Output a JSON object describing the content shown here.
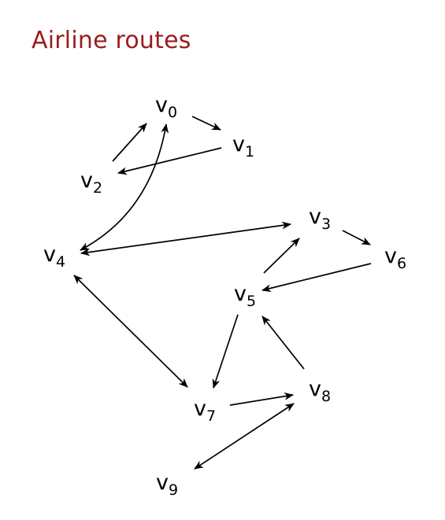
{
  "header": {
    "title": "Airline routes",
    "title_color": "#9b1c1c"
  },
  "graph": {
    "nodes": [
      {
        "id": "v0",
        "letter": "v",
        "sub": "0"
      },
      {
        "id": "v1",
        "letter": "v",
        "sub": "1"
      },
      {
        "id": "v2",
        "letter": "v",
        "sub": "2"
      },
      {
        "id": "v3",
        "letter": "v",
        "sub": "3"
      },
      {
        "id": "v4",
        "letter": "v",
        "sub": "4"
      },
      {
        "id": "v5",
        "letter": "v",
        "sub": "5"
      },
      {
        "id": "v6",
        "letter": "v",
        "sub": "6"
      },
      {
        "id": "v7",
        "letter": "v",
        "sub": "7"
      },
      {
        "id": "v8",
        "letter": "v",
        "sub": "8"
      },
      {
        "id": "v9",
        "letter": "v",
        "sub": "9"
      }
    ],
    "edges": [
      {
        "id": "v0-v1",
        "from": "v0",
        "to": "v1",
        "direction": "forward"
      },
      {
        "id": "v1-v2",
        "from": "v1",
        "to": "v2",
        "direction": "forward"
      },
      {
        "id": "v2-v0",
        "from": "v2",
        "to": "v0",
        "direction": "forward"
      },
      {
        "id": "v0-v4",
        "from": "v0",
        "to": "v4",
        "direction": "both",
        "shape": "curved"
      },
      {
        "id": "v4-v3",
        "from": "v4",
        "to": "v3",
        "direction": "both"
      },
      {
        "id": "v3-v6",
        "from": "v3",
        "to": "v6",
        "direction": "forward"
      },
      {
        "id": "v6-v5",
        "from": "v6",
        "to": "v5",
        "direction": "forward"
      },
      {
        "id": "v5-v3",
        "from": "v5",
        "to": "v3",
        "direction": "forward"
      },
      {
        "id": "v4-v7",
        "from": "v4",
        "to": "v7",
        "direction": "both"
      },
      {
        "id": "v5-v7",
        "from": "v5",
        "to": "v7",
        "direction": "forward"
      },
      {
        "id": "v7-v8",
        "from": "v7",
        "to": "v8",
        "direction": "forward"
      },
      {
        "id": "v8-v5",
        "from": "v8",
        "to": "v5",
        "direction": "forward"
      },
      {
        "id": "v8-v9",
        "from": "v8",
        "to": "v9",
        "direction": "both"
      }
    ],
    "edge_color": "#000000"
  }
}
